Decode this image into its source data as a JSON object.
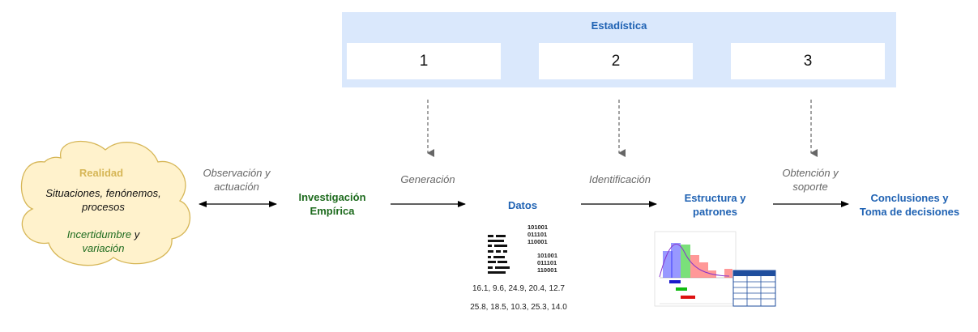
{
  "statistics": {
    "title": "Estadística",
    "steps": [
      "1",
      "2",
      "3"
    ]
  },
  "reality": {
    "title": "Realidad",
    "line1": "Situaciones, fenónemos,",
    "line2": "procesos",
    "line3_green": "Incertidumbre",
    "line3_rest": " y",
    "line4_green": "variación"
  },
  "edges": {
    "observation_line1": "Observación y",
    "observation_line2": "actuación",
    "generation": "Generación",
    "identification": "Identificación",
    "obtention_line1": "Obtención y",
    "obtention_line2": "soporte"
  },
  "nodes": {
    "investigation_line1": "Investigación",
    "investigation_line2": "Empírica",
    "data": "Datos",
    "structure_line1": "Estructura y",
    "structure_line2": "patrones",
    "conclusions_line1": "Conclusiones y",
    "conclusions_line2": "Toma de decisiones"
  },
  "data_image": {
    "binary_top": [
      "101001",
      "011101",
      "110001"
    ],
    "binary_bottom": [
      "101001",
      "011101",
      "110001"
    ],
    "numbers_row1": "16.1, 9.6, 24.9, 20.4, 12.7",
    "numbers_row2": "25.8, 18.5, 10.3, 25.3, 14.0"
  },
  "colors": {
    "panel": "#dae8fc",
    "blue_text": "#1f62b3",
    "green_text": "#1e6b1e",
    "cloud_fill": "#fff2cc",
    "cloud_stroke": "#d6b656",
    "reality_title": "#d6b656"
  }
}
